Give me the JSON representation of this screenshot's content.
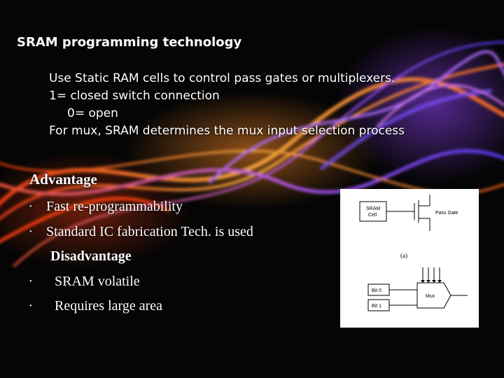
{
  "slide": {
    "title": "SRAM programming technology",
    "intro_lines": [
      "Use Static RAM cells to control pass gates or multiplexers.",
      "1= closed switch connection",
      "0=  open",
      "For mux, SRAM determines the mux input selection process"
    ],
    "advantage_heading": "Advantage",
    "bullets": [
      {
        "marker": "•",
        "text": "Fast re-programmability"
      },
      {
        "marker": "•",
        "text": "Standard IC fabrication Tech. is used"
      },
      {
        "marker": "",
        "text": "Disadvantage"
      },
      {
        "marker": "•",
        "text": "SRAM volatile"
      },
      {
        "marker": "•",
        "text": "Requires large area"
      }
    ]
  },
  "figure": {
    "sram_cell_label_1": "SRAM",
    "sram_cell_label_2": "Cell",
    "pass_gate_label": "Pass Gate",
    "caption_a": "(a)",
    "bit0_label": "Bit 0",
    "bit1_label": "Bit 1",
    "mux_label": "Mux"
  },
  "colors": {
    "background": "#000000",
    "text": "#ffffff",
    "figure_background": "#ffffff"
  }
}
